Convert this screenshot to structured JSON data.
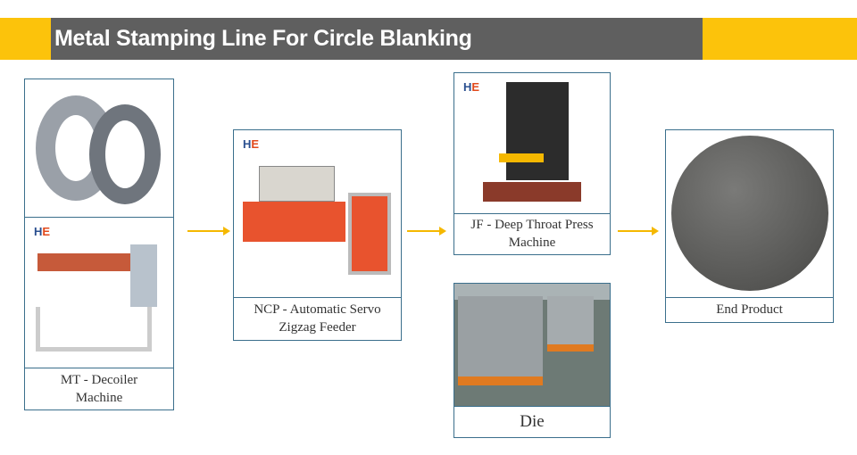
{
  "header": {
    "title": "Metal Stamping Line For Circle Blanking"
  },
  "steps": [
    {
      "label_line1": "MT - Decoiler",
      "label_line2": "Machine"
    },
    {
      "label_line1": "NCP - Automatic Servo",
      "label_line2": "Zigzag Feeder"
    },
    {
      "label_line1": "JF - Deep Throat Press",
      "label_line2": "Machine"
    },
    {
      "label_line1": "Die"
    },
    {
      "label_line1": "End Product"
    }
  ],
  "colors": {
    "accent": "#fcc30b",
    "header_bg": "#5f5f5f",
    "border": "#3b6f8c"
  }
}
